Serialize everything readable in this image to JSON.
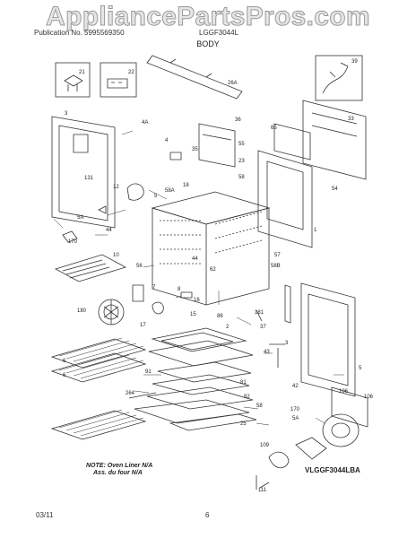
{
  "watermark": "ApplianceParts​Pros.com",
  "header": {
    "left": "Publication No. 5995569350",
    "right": "LGGF3044L"
  },
  "section_title": "BODY",
  "footer": {
    "date": "03/11",
    "page": "6"
  },
  "note": {
    "line1": "NOTE: Oven Liner N/A",
    "line2": "Ass. du four N/A"
  },
  "diagram_code": "VLGGF3044LBA",
  "callouts": [
    "21",
    "22",
    "26A",
    "39",
    "3",
    "4A",
    "36",
    "33",
    "4",
    "35",
    "65",
    "131",
    "58",
    "55",
    "23",
    "12",
    "58A",
    "18",
    "54",
    "5",
    "5A",
    "44",
    "170",
    "1",
    "10",
    "56",
    "44",
    "57",
    "58B",
    "7",
    "8",
    "62",
    "181",
    "180",
    "16",
    "15",
    "86",
    "17",
    "37",
    "2",
    "3",
    "43",
    "6",
    "91",
    "81",
    "82",
    "5",
    "6",
    "264",
    "106",
    "58",
    "42",
    "170",
    "5A",
    "106",
    "25",
    "109",
    "111"
  ],
  "icons": {
    "watermark_logo": "appliancepartspros-watermark",
    "header_logo": "header-logo"
  }
}
